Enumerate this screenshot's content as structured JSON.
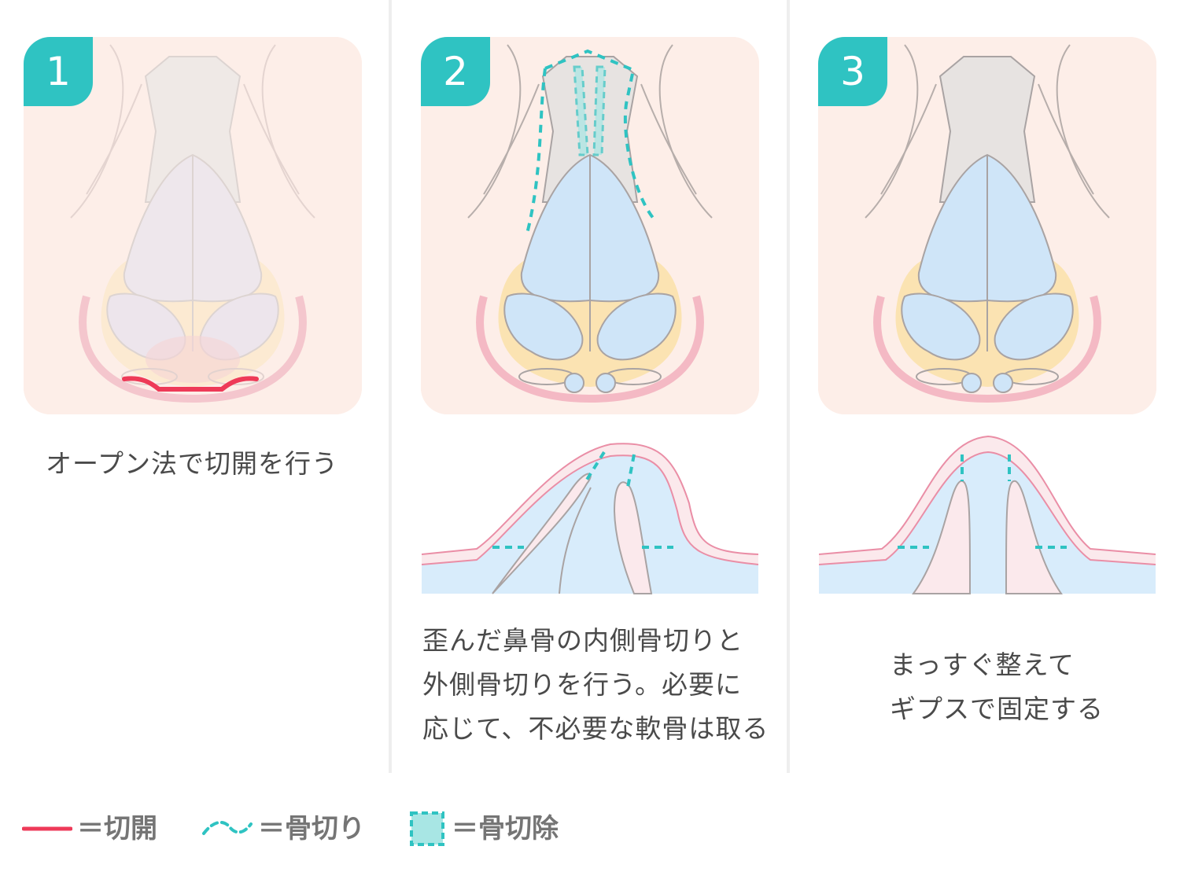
{
  "colors": {
    "teal": "#2fc3c2",
    "incision": "#ee3a58",
    "panel_bg": "#fdeee8",
    "cartilage": "#cfe5f8",
    "bone": "#e7e3e1",
    "fat": "#fbe3b2",
    "skin_line": "#ea8ea6",
    "outline": "#a9a3a3"
  },
  "steps": [
    {
      "number": "1",
      "caption_lines": [
        "オープン法で切開を行う"
      ],
      "icons": [
        "nose-base-diagram",
        "incision-line"
      ]
    },
    {
      "number": "2",
      "caption_lines": [
        "歪んだ鼻骨の内側骨切りと",
        "外側骨切りを行う。必要に",
        "応じて、不必要な軟骨は取る"
      ],
      "icons": [
        "nose-base-diagram",
        "osteotomy-dashed-lines",
        "nasal-cross-section"
      ]
    },
    {
      "number": "3",
      "caption_lines": [
        "まっすぐ整えて",
        "ギプスで固定する"
      ],
      "icons": [
        "nose-base-diagram",
        "nasal-cross-section"
      ]
    }
  ],
  "legend": [
    {
      "symbol": "solid-red-line",
      "label": "＝切開"
    },
    {
      "symbol": "dashed-teal-wave",
      "label": "＝骨切り"
    },
    {
      "symbol": "dashed-teal-square",
      "label": "＝骨切除"
    }
  ]
}
